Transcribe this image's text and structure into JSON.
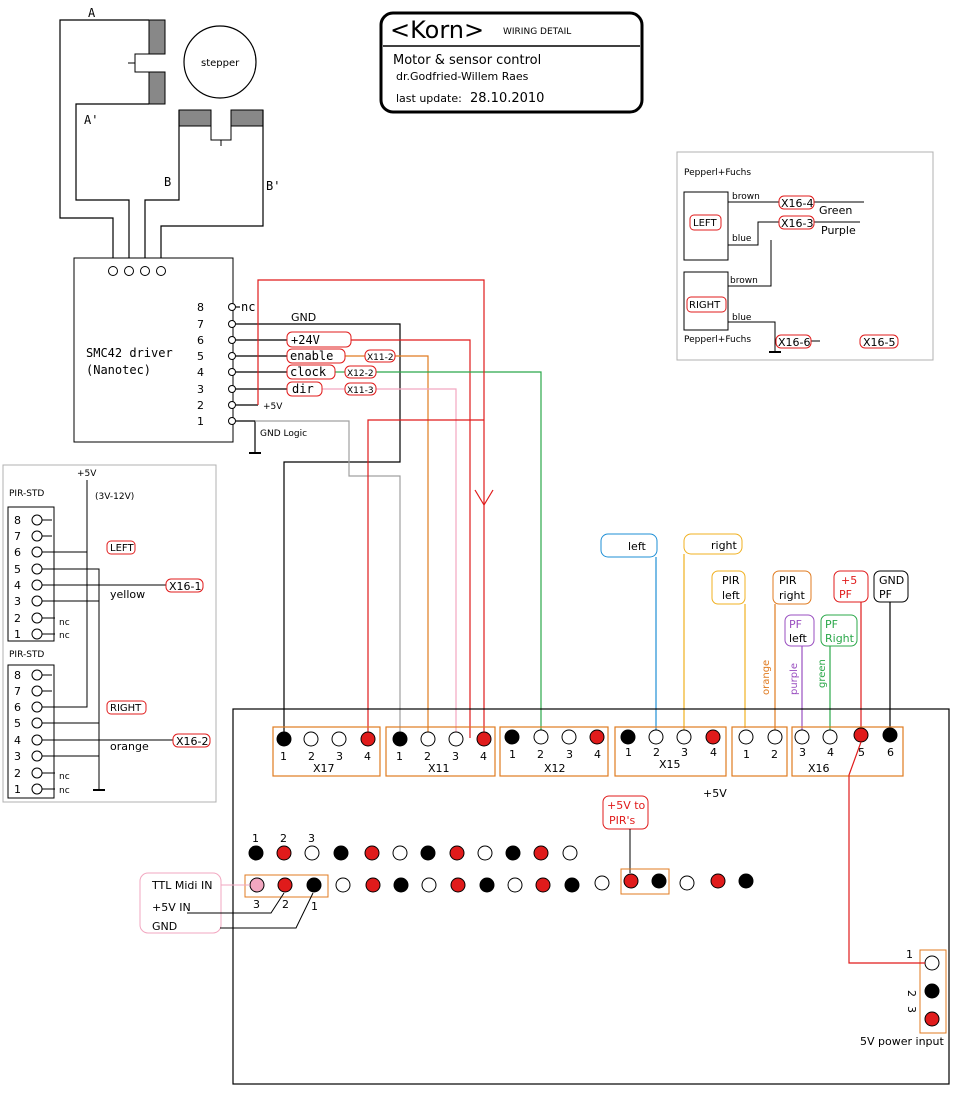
{
  "title_block": {
    "title": "<Korn>",
    "subtitle": "WIRING DETAIL",
    "line1": "Motor & sensor control",
    "author": "dr.Godfried-Willem Raes",
    "update_label": "last update:",
    "update_date": "28.10.2010"
  },
  "stepper": {
    "label": "stepper",
    "coil_a": "A",
    "coil_a_prime": "A'",
    "coil_b": "B",
    "coil_b_prime": "B'"
  },
  "driver": {
    "name_line1": "SMC42 driver",
    "name_line2": "(Nanotec)",
    "pins": [
      "8",
      "7",
      "6",
      "5",
      "4",
      "3",
      "2",
      "1"
    ],
    "nc": "nc",
    "gnd": "GND",
    "v24": "+24V",
    "enable": "enable",
    "clock": "clock",
    "dir": "dir",
    "v5": "+5V",
    "gnd_logic": "GND Logic",
    "ref_enable": "X11-2",
    "ref_clock": "X12-2",
    "ref_dir": "X11-3"
  },
  "pir": {
    "supply": "+5V",
    "range": "(3V-12V)",
    "name": "PIR-STD",
    "pins": [
      "8",
      "7",
      "6",
      "5",
      "4",
      "3",
      "2",
      "1"
    ],
    "nc": "nc",
    "left": "LEFT",
    "right": "RIGHT",
    "yellow": "yellow",
    "orange": "orange",
    "ref_left": "X16-1",
    "ref_right": "X16-2"
  },
  "pf": {
    "title": "Pepperl+Fuchs",
    "title2": "Pepperl+Fuchs",
    "left": "LEFT",
    "right": "RIGHT",
    "brown": "brown",
    "blue": "blue",
    "brown2": "brown",
    "blue2": "blue",
    "green": "Green",
    "purple": "Purple",
    "ref4": "X16-4",
    "ref3": "X16-3",
    "ref6": "X16-6",
    "ref5": "X16-5"
  },
  "board": {
    "connectors": {
      "x17": "X17",
      "x11": "X11",
      "x12": "X12",
      "x15": "X15",
      "x16": "X16"
    },
    "pin_nums": {
      "p1": "1",
      "p2": "2",
      "p3": "3",
      "p4": "4",
      "p5": "5",
      "p6": "6"
    },
    "v5": "+5V",
    "v5_pirs": [
      "+5V to",
      "PIR's"
    ],
    "ttl_midi": "TTL Midi IN",
    "v5_in": "+5V IN",
    "gnd": "GND",
    "power_input": "5V power input"
  },
  "tags": {
    "left": "left",
    "right": "right",
    "pir_left": [
      "PIR",
      "left"
    ],
    "pir_right": [
      "PIR",
      "right"
    ],
    "v5_pf": [
      "+5",
      "PF"
    ],
    "gnd_pf": [
      "GND",
      "PF"
    ],
    "pf_left": [
      "PF",
      "left"
    ],
    "pf_right": [
      "PF",
      "Right"
    ],
    "orange": "orange",
    "purple": "purple",
    "green": "green"
  },
  "colors": {
    "black": "#000000",
    "red": "#e01b1b",
    "orange": "#e07b20",
    "pink": "#f2a7c0",
    "green": "#2ba84a",
    "blue": "#1e8fd6",
    "yellow": "#f0b020",
    "purple": "#9a4fc0",
    "gray": "#a0a0a0"
  }
}
